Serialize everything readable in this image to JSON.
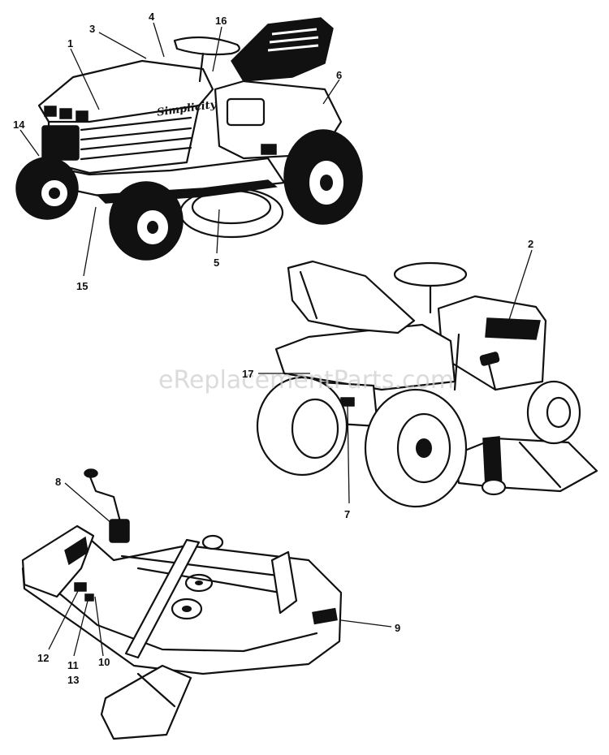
{
  "watermark": "eReplacementParts.com",
  "brand_decal": "Simplicity",
  "callouts": {
    "c1": "1",
    "c2": "2",
    "c3": "3",
    "c4": "4",
    "c5": "5",
    "c6": "6",
    "c7": "7",
    "c8": "8",
    "c9": "9",
    "c10": "10",
    "c11": "11",
    "c12": "12",
    "c13": "13",
    "c14": "14",
    "c15": "15",
    "c16": "16",
    "c17": "17"
  }
}
